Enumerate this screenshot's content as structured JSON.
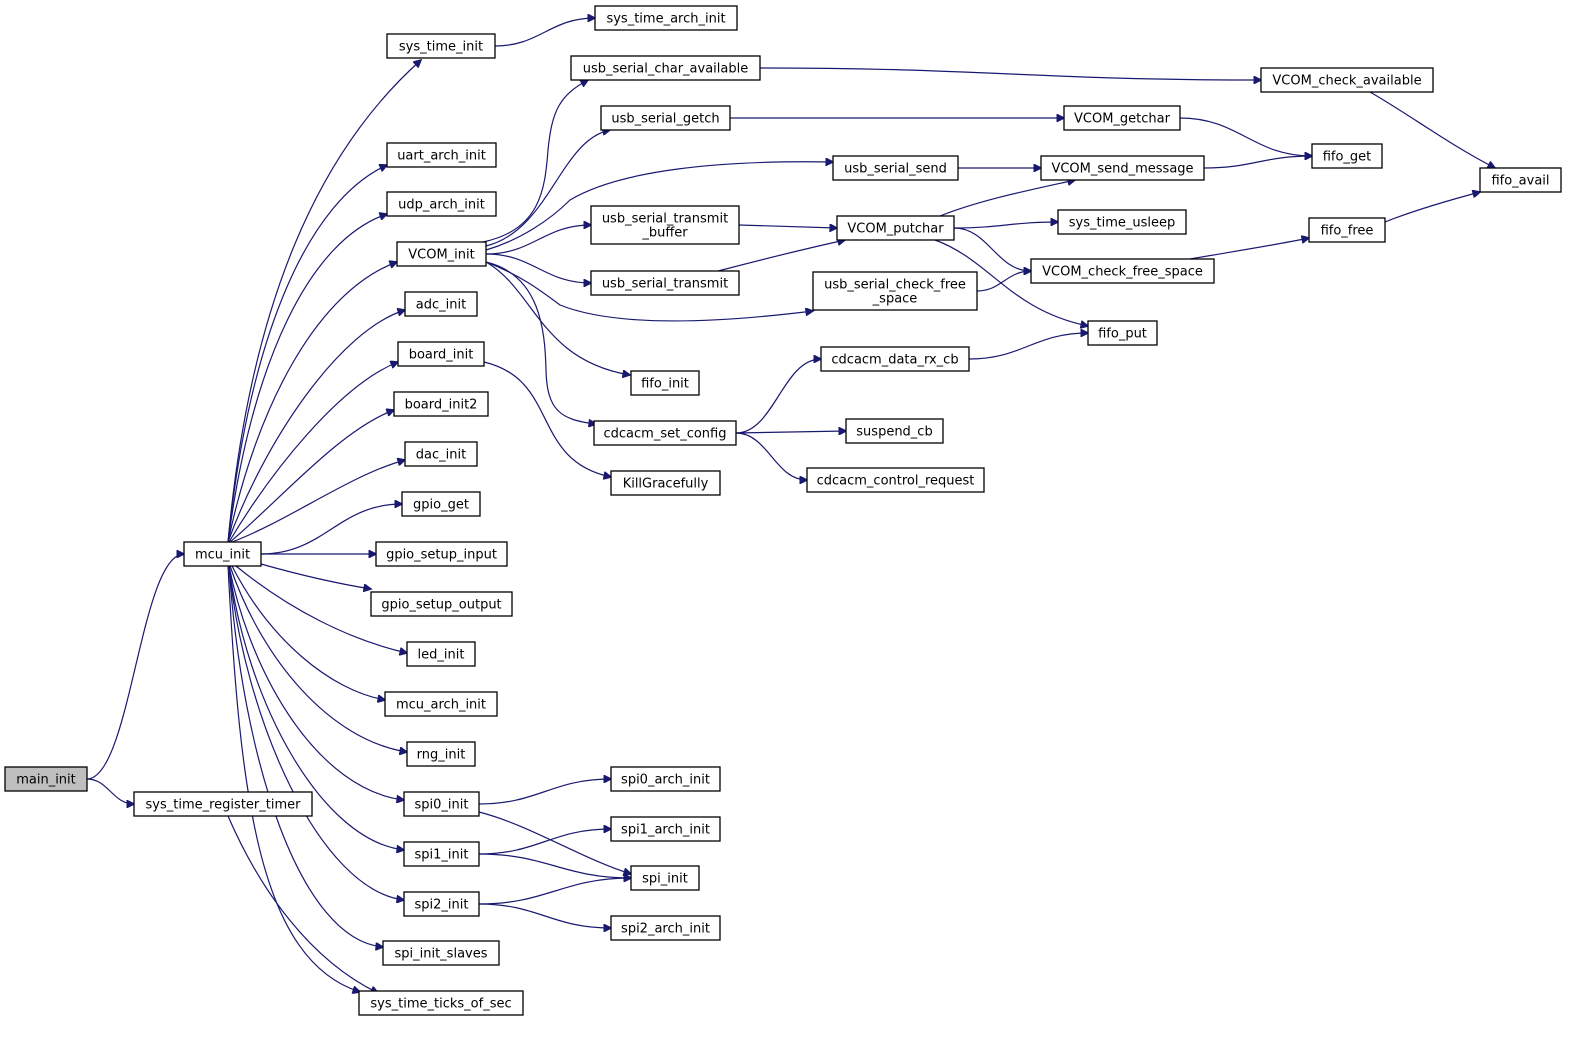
{
  "graph": {
    "root": "main_init",
    "nodes": [
      {
        "id": "main_init",
        "lines": [
          "main_init"
        ],
        "root": true
      },
      {
        "id": "mcu_init",
        "lines": [
          "mcu_init"
        ]
      },
      {
        "id": "sys_time_register_timer",
        "lines": [
          "sys_time_register_timer"
        ]
      },
      {
        "id": "sys_time_init",
        "lines": [
          "sys_time_init"
        ]
      },
      {
        "id": "uart_arch_init",
        "lines": [
          "uart_arch_init"
        ]
      },
      {
        "id": "udp_arch_init",
        "lines": [
          "udp_arch_init"
        ]
      },
      {
        "id": "VCOM_init",
        "lines": [
          "VCOM_init"
        ]
      },
      {
        "id": "adc_init",
        "lines": [
          "adc_init"
        ]
      },
      {
        "id": "board_init",
        "lines": [
          "board_init"
        ]
      },
      {
        "id": "board_init2",
        "lines": [
          "board_init2"
        ]
      },
      {
        "id": "dac_init",
        "lines": [
          "dac_init"
        ]
      },
      {
        "id": "gpio_get",
        "lines": [
          "gpio_get"
        ]
      },
      {
        "id": "gpio_setup_input",
        "lines": [
          "gpio_setup_input"
        ]
      },
      {
        "id": "gpio_setup_output",
        "lines": [
          "gpio_setup_output"
        ]
      },
      {
        "id": "led_init",
        "lines": [
          "led_init"
        ]
      },
      {
        "id": "mcu_arch_init",
        "lines": [
          "mcu_arch_init"
        ]
      },
      {
        "id": "rng_init",
        "lines": [
          "rng_init"
        ]
      },
      {
        "id": "spi0_init",
        "lines": [
          "spi0_init"
        ]
      },
      {
        "id": "spi1_init",
        "lines": [
          "spi1_init"
        ]
      },
      {
        "id": "spi2_init",
        "lines": [
          "spi2_init"
        ]
      },
      {
        "id": "spi_init_slaves",
        "lines": [
          "spi_init_slaves"
        ]
      },
      {
        "id": "sys_time_ticks_of_sec",
        "lines": [
          "sys_time_ticks_of_sec"
        ]
      },
      {
        "id": "sys_time_arch_init",
        "lines": [
          "sys_time_arch_init"
        ]
      },
      {
        "id": "usb_serial_char_available",
        "lines": [
          "usb_serial_char_available"
        ]
      },
      {
        "id": "usb_serial_getch",
        "lines": [
          "usb_serial_getch"
        ]
      },
      {
        "id": "usb_serial_transmit_buffer",
        "lines": [
          "usb_serial_transmit",
          "_buffer"
        ]
      },
      {
        "id": "usb_serial_transmit",
        "lines": [
          "usb_serial_transmit"
        ]
      },
      {
        "id": "fifo_init",
        "lines": [
          "fifo_init"
        ]
      },
      {
        "id": "cdcacm_set_config",
        "lines": [
          "cdcacm_set_config"
        ]
      },
      {
        "id": "KillGracefully",
        "lines": [
          "KillGracefully"
        ]
      },
      {
        "id": "spi0_arch_init",
        "lines": [
          "spi0_arch_init"
        ]
      },
      {
        "id": "spi1_arch_init",
        "lines": [
          "spi1_arch_init"
        ]
      },
      {
        "id": "spi_init",
        "lines": [
          "spi_init"
        ]
      },
      {
        "id": "spi2_arch_init",
        "lines": [
          "spi2_arch_init"
        ]
      },
      {
        "id": "usb_serial_send",
        "lines": [
          "usb_serial_send"
        ]
      },
      {
        "id": "VCOM_putchar",
        "lines": [
          "VCOM_putchar"
        ]
      },
      {
        "id": "usb_serial_check_free_space",
        "lines": [
          "usb_serial_check_free",
          "_space"
        ]
      },
      {
        "id": "cdcacm_data_rx_cb",
        "lines": [
          "cdcacm_data_rx_cb"
        ]
      },
      {
        "id": "suspend_cb",
        "lines": [
          "suspend_cb"
        ]
      },
      {
        "id": "cdcacm_control_request",
        "lines": [
          "cdcacm_control_request"
        ]
      },
      {
        "id": "VCOM_getchar",
        "lines": [
          "VCOM_getchar"
        ]
      },
      {
        "id": "VCOM_send_message",
        "lines": [
          "VCOM_send_message"
        ]
      },
      {
        "id": "sys_time_usleep",
        "lines": [
          "sys_time_usleep"
        ]
      },
      {
        "id": "VCOM_check_free_space",
        "lines": [
          "VCOM_check_free_space"
        ]
      },
      {
        "id": "fifo_put",
        "lines": [
          "fifo_put"
        ]
      },
      {
        "id": "VCOM_check_available",
        "lines": [
          "VCOM_check_available"
        ]
      },
      {
        "id": "fifo_get",
        "lines": [
          "fifo_get"
        ]
      },
      {
        "id": "fifo_free",
        "lines": [
          "fifo_free"
        ]
      },
      {
        "id": "fifo_avail",
        "lines": [
          "fifo_avail"
        ]
      }
    ],
    "edges": [
      [
        "main_init",
        "mcu_init"
      ],
      [
        "main_init",
        "sys_time_register_timer"
      ],
      [
        "mcu_init",
        "sys_time_init"
      ],
      [
        "mcu_init",
        "uart_arch_init"
      ],
      [
        "mcu_init",
        "udp_arch_init"
      ],
      [
        "mcu_init",
        "VCOM_init"
      ],
      [
        "mcu_init",
        "adc_init"
      ],
      [
        "mcu_init",
        "board_init"
      ],
      [
        "mcu_init",
        "board_init2"
      ],
      [
        "mcu_init",
        "dac_init"
      ],
      [
        "mcu_init",
        "gpio_get"
      ],
      [
        "mcu_init",
        "gpio_setup_input"
      ],
      [
        "mcu_init",
        "gpio_setup_output"
      ],
      [
        "mcu_init",
        "led_init"
      ],
      [
        "mcu_init",
        "mcu_arch_init"
      ],
      [
        "mcu_init",
        "rng_init"
      ],
      [
        "mcu_init",
        "spi0_init"
      ],
      [
        "mcu_init",
        "spi1_init"
      ],
      [
        "mcu_init",
        "spi2_init"
      ],
      [
        "mcu_init",
        "spi_init_slaves"
      ],
      [
        "mcu_init",
        "sys_time_ticks_of_sec"
      ],
      [
        "sys_time_register_timer",
        "sys_time_ticks_of_sec"
      ],
      [
        "sys_time_init",
        "sys_time_arch_init"
      ],
      [
        "VCOM_init",
        "usb_serial_char_available"
      ],
      [
        "VCOM_init",
        "usb_serial_getch"
      ],
      [
        "VCOM_init",
        "usb_serial_send"
      ],
      [
        "VCOM_init",
        "usb_serial_transmit_buffer"
      ],
      [
        "VCOM_init",
        "usb_serial_transmit"
      ],
      [
        "VCOM_init",
        "usb_serial_check_free_space"
      ],
      [
        "VCOM_init",
        "fifo_init"
      ],
      [
        "VCOM_init",
        "cdcacm_set_config"
      ],
      [
        "board_init",
        "KillGracefully"
      ],
      [
        "spi0_init",
        "spi0_arch_init"
      ],
      [
        "spi0_init",
        "spi_init"
      ],
      [
        "spi1_init",
        "spi1_arch_init"
      ],
      [
        "spi1_init",
        "spi_init"
      ],
      [
        "spi2_init",
        "spi_init"
      ],
      [
        "spi2_init",
        "spi2_arch_init"
      ],
      [
        "usb_serial_char_available",
        "VCOM_check_available"
      ],
      [
        "usb_serial_getch",
        "VCOM_getchar"
      ],
      [
        "usb_serial_send",
        "VCOM_send_message"
      ],
      [
        "usb_serial_transmit_buffer",
        "VCOM_putchar"
      ],
      [
        "usb_serial_transmit",
        "VCOM_putchar"
      ],
      [
        "usb_serial_check_free_space",
        "VCOM_check_free_space"
      ],
      [
        "cdcacm_set_config",
        "cdcacm_data_rx_cb"
      ],
      [
        "cdcacm_set_config",
        "suspend_cb"
      ],
      [
        "cdcacm_set_config",
        "cdcacm_control_request"
      ],
      [
        "VCOM_putchar",
        "VCOM_send_message"
      ],
      [
        "VCOM_putchar",
        "sys_time_usleep"
      ],
      [
        "VCOM_putchar",
        "VCOM_check_free_space"
      ],
      [
        "VCOM_putchar",
        "fifo_put"
      ],
      [
        "cdcacm_data_rx_cb",
        "fifo_put"
      ],
      [
        "VCOM_getchar",
        "fifo_get"
      ],
      [
        "VCOM_send_message",
        "fifo_get"
      ],
      [
        "VCOM_check_free_space",
        "fifo_free"
      ],
      [
        "VCOM_check_available",
        "fifo_avail"
      ],
      [
        "fifo_free",
        "fifo_avail"
      ]
    ]
  },
  "colors": {
    "edge": "#191970",
    "node_border": "#000000",
    "node_fill": "#ffffff",
    "root_fill": "#bfbfbf"
  }
}
